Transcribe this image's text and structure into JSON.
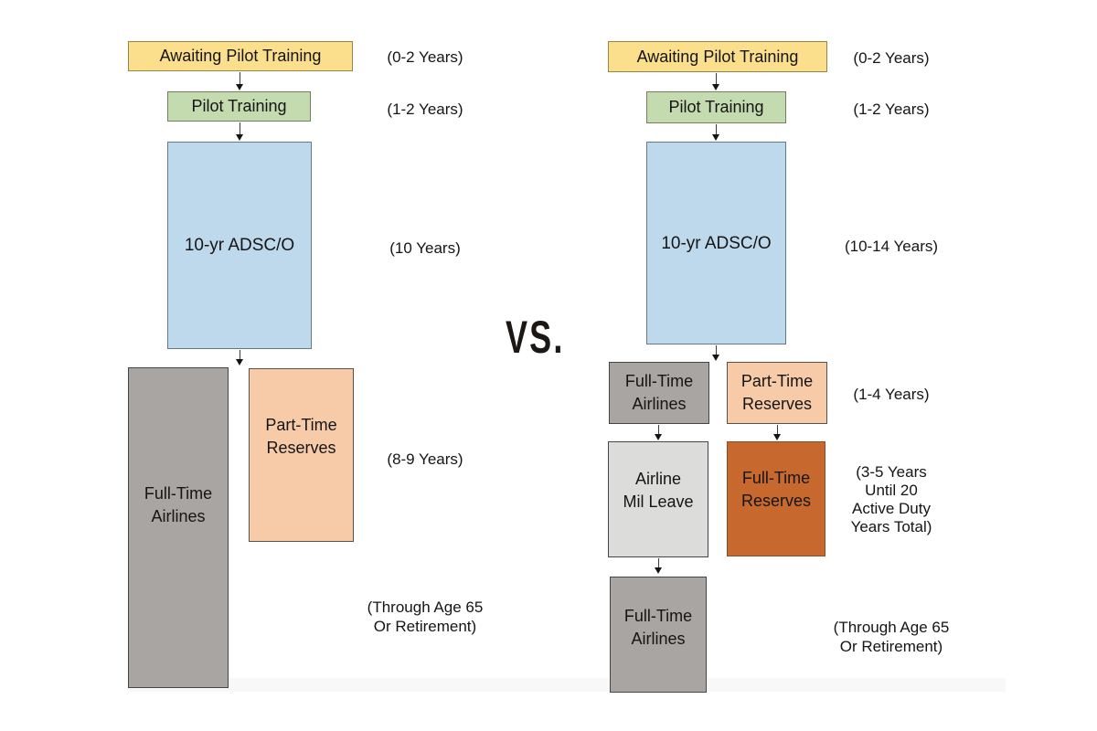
{
  "vs_label": "VS.",
  "left_flow": {
    "boxes": [
      {
        "label": "Awaiting Pilot Training",
        "color": "#FBDF8D"
      },
      {
        "label": "Pilot Training",
        "color": "#C3DBAF"
      },
      {
        "label": "10-yr ADSC/O",
        "color": "#BED8EC"
      },
      {
        "label": "Full-Time\nAirlines",
        "color": "#A8A5A2"
      },
      {
        "label": "Part-Time\nReserves",
        "color": "#F7CBA8"
      }
    ],
    "durations": [
      {
        "text": "(0-2 Years)"
      },
      {
        "text": "(1-2 Years)"
      },
      {
        "text": "(10 Years)"
      },
      {
        "text": "(8-9 Years)"
      },
      {
        "text": "(Through Age 65\nOr Retirement)"
      }
    ]
  },
  "right_flow": {
    "boxes": [
      {
        "label": "Awaiting Pilot Training",
        "color": "#FBDF8D"
      },
      {
        "label": "Pilot Training",
        "color": "#C3DBAF"
      },
      {
        "label": "10-yr ADSC/O",
        "color": "#BED8EC"
      },
      {
        "label": "Full-Time\nAirlines",
        "color": "#A8A5A2"
      },
      {
        "label": "Part-Time\nReserves",
        "color": "#F7CBA8"
      },
      {
        "label": "Airline\nMil Leave",
        "color": "#DCDCDA"
      },
      {
        "label": "Full-Time\nReserves",
        "color": "#C7692F"
      },
      {
        "label": "Full-Time\nAirlines",
        "color": "#A8A5A2"
      }
    ],
    "durations": [
      {
        "text": "(0-2 Years)"
      },
      {
        "text": "(1-2 Years)"
      },
      {
        "text": "(10-14 Years)"
      },
      {
        "text": "(1-4 Years)"
      },
      {
        "text": "(3-5 Years\nUntil 20\nActive Duty\nYears Total)"
      },
      {
        "text": "(Through Age 65\nOr Retirement)"
      }
    ]
  }
}
